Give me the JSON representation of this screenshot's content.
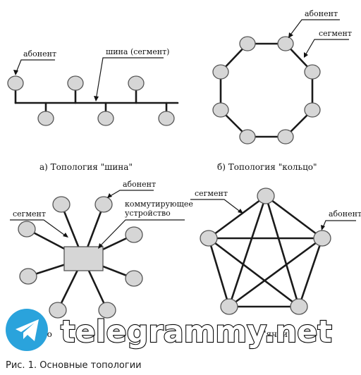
{
  "bus": {
    "subscriber_label": "абонент",
    "bus_label": "шина (сегмент)",
    "caption": "а) Топология \"шина\""
  },
  "ring": {
    "subscriber_label": "абонент",
    "segment_label": "сегмент",
    "caption": "б) Топология \"кольцо\""
  },
  "star": {
    "subscriber_label": "абонент",
    "segment_label": "сегмент",
    "switch_label_line1": "коммутирующее",
    "switch_label_line2": "устройство",
    "caption_partial": "то"
  },
  "mesh": {
    "segment_label": "сегмент",
    "subscriber_label": "абонент",
    "caption_partial": "\"ячеи"
  },
  "watermark": {
    "text": "telegrammy.net",
    "logo_icon": "telegram-paper-plane-icon",
    "logo_color": "#2aa3dc"
  },
  "figure_caption": "Рис. 1. Основные топологии"
}
